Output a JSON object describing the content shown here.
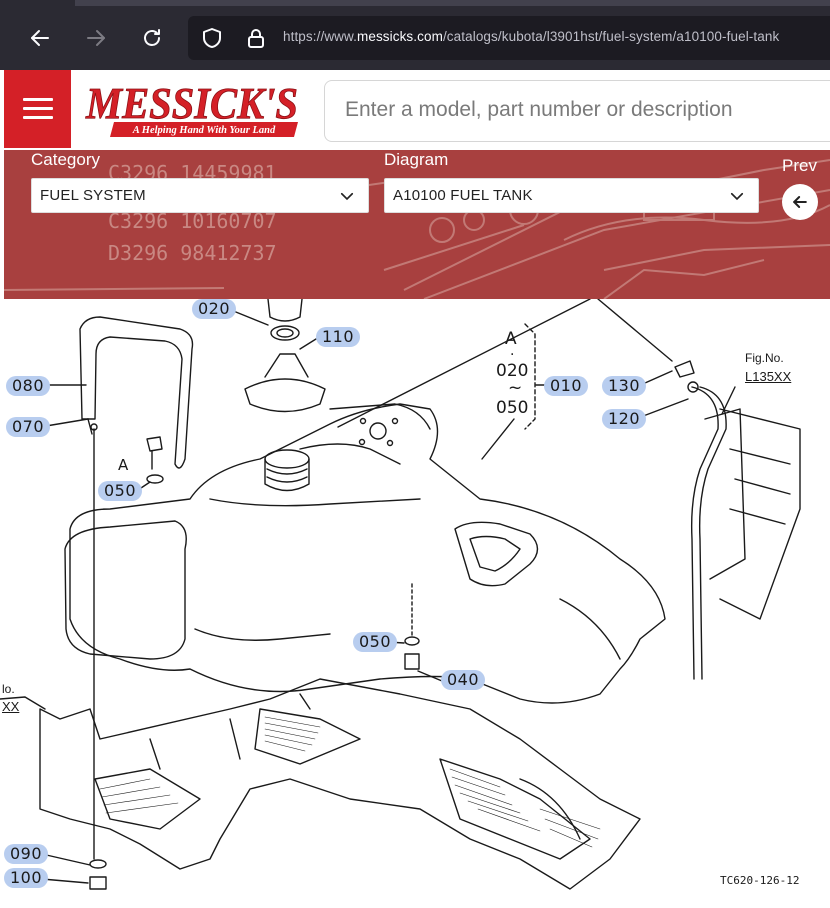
{
  "browser": {
    "url_prefix": "https://www.",
    "url_host": "messicks.com",
    "url_path": "/catalogs/kubota/l3901hst/fuel-system/a10100-fuel-tank"
  },
  "header": {
    "logo_text": "MESSICK'S",
    "logo_tagline": "A Helping Hand With Your Land",
    "search_placeholder": "Enter a model, part number or description",
    "brand_color": "#d42027"
  },
  "filters": {
    "category_label": "Category",
    "category_value": "FUEL SYSTEM",
    "diagram_label": "Diagram",
    "diagram_value": "A10100 FUEL TANK",
    "prev_label": "Prev"
  },
  "banner_background_text": [
    "C3296 14459981",
    "C3296 10160707",
    "D3296 98412737"
  ],
  "diagram": {
    "callouts": [
      "020",
      "110",
      "010",
      "130",
      "120",
      "080",
      "070",
      "050",
      "050",
      "040",
      "090",
      "100"
    ],
    "group_label_top": "A",
    "group_label_mid": "020",
    "group_label_tilde": "~",
    "group_label_bottom": "050",
    "marker_a": "A",
    "fig_no_label": "Fig.No.",
    "fig_no_value": "L135XX",
    "partial_fig_label": "lo.",
    "partial_fig_value": "XX",
    "drawing_code": "TC620-126-12"
  }
}
